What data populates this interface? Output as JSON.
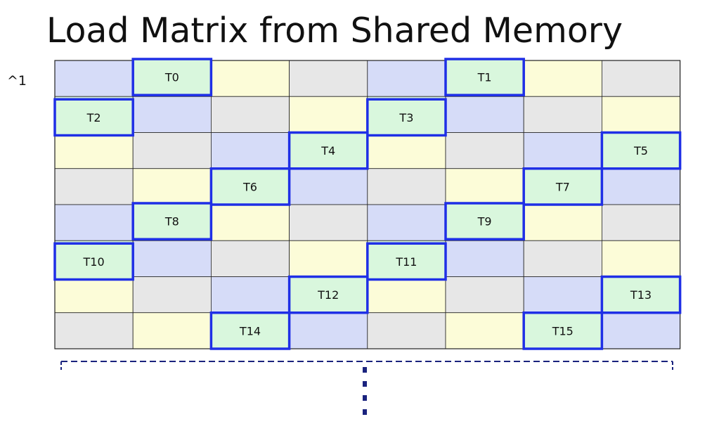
{
  "title": "Load Matrix from Shared Memory",
  "row_note": "^1",
  "grid": {
    "rows": 8,
    "cols": 8,
    "colors": {
      "blue": "#d6dcf8",
      "yellow": "#fcfcd8",
      "gray": "#e7e7e7",
      "green": "#d9f7dd",
      "highlight_border": "#1f2fe6",
      "cell_border": "#222222",
      "bracket": "#1a237e"
    },
    "cells": [
      [
        "blue",
        "green",
        "yellow",
        "gray",
        "blue",
        "green",
        "yellow",
        "gray"
      ],
      [
        "green",
        "blue",
        "gray",
        "yellow",
        "green",
        "blue",
        "gray",
        "yellow"
      ],
      [
        "yellow",
        "gray",
        "blue",
        "green",
        "yellow",
        "gray",
        "blue",
        "green"
      ],
      [
        "gray",
        "yellow",
        "green",
        "blue",
        "gray",
        "yellow",
        "green",
        "blue"
      ],
      [
        "blue",
        "green",
        "yellow",
        "gray",
        "blue",
        "green",
        "yellow",
        "gray"
      ],
      [
        "green",
        "blue",
        "gray",
        "yellow",
        "green",
        "blue",
        "gray",
        "yellow"
      ],
      [
        "yellow",
        "gray",
        "blue",
        "green",
        "yellow",
        "gray",
        "blue",
        "green"
      ],
      [
        "gray",
        "yellow",
        "green",
        "blue",
        "gray",
        "yellow",
        "green",
        "blue"
      ]
    ],
    "threads": [
      {
        "label": "T0",
        "row": 0,
        "col": 1
      },
      {
        "label": "T1",
        "row": 0,
        "col": 5
      },
      {
        "label": "T2",
        "row": 1,
        "col": 0
      },
      {
        "label": "T3",
        "row": 1,
        "col": 4
      },
      {
        "label": "T4",
        "row": 2,
        "col": 3
      },
      {
        "label": "T5",
        "row": 2,
        "col": 7
      },
      {
        "label": "T6",
        "row": 3,
        "col": 2
      },
      {
        "label": "T7",
        "row": 3,
        "col": 6
      },
      {
        "label": "T8",
        "row": 4,
        "col": 1
      },
      {
        "label": "T9",
        "row": 4,
        "col": 5
      },
      {
        "label": "T10",
        "row": 5,
        "col": 0
      },
      {
        "label": "T11",
        "row": 5,
        "col": 4
      },
      {
        "label": "T12",
        "row": 6,
        "col": 3
      },
      {
        "label": "T13",
        "row": 6,
        "col": 7
      },
      {
        "label": "T14",
        "row": 7,
        "col": 2
      },
      {
        "label": "T15",
        "row": 7,
        "col": 6
      }
    ]
  }
}
